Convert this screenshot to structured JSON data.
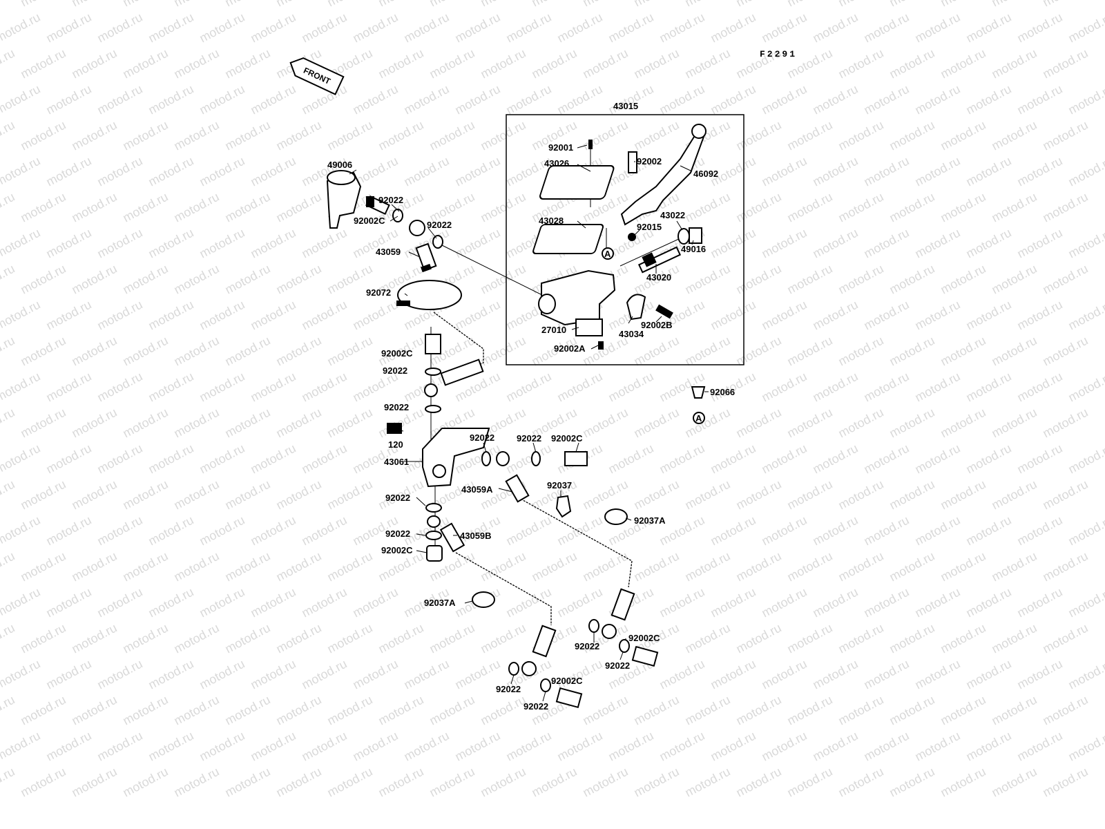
{
  "diagram": {
    "code": "F2291",
    "front_label": "FRONT",
    "watermark": "motod.ru",
    "group_label": "43015",
    "ref_marker": "A",
    "labels": [
      "49006",
      "92022",
      "92002C",
      "92022",
      "43059",
      "92072",
      "92001",
      "43026",
      "92002",
      "46092",
      "43028",
      "43022",
      "92015",
      "49016",
      "43020",
      "27010",
      "92002A",
      "43034",
      "92002B",
      "92002C",
      "92022",
      "92022",
      "92066",
      "120",
      "43061",
      "92022",
      "92022",
      "92002C",
      "43059A",
      "92037",
      "92037A",
      "92022",
      "92022",
      "43059B",
      "92002C",
      "92037A",
      "92022",
      "92002C",
      "92022",
      "92022",
      "92002C",
      "92022"
    ]
  }
}
